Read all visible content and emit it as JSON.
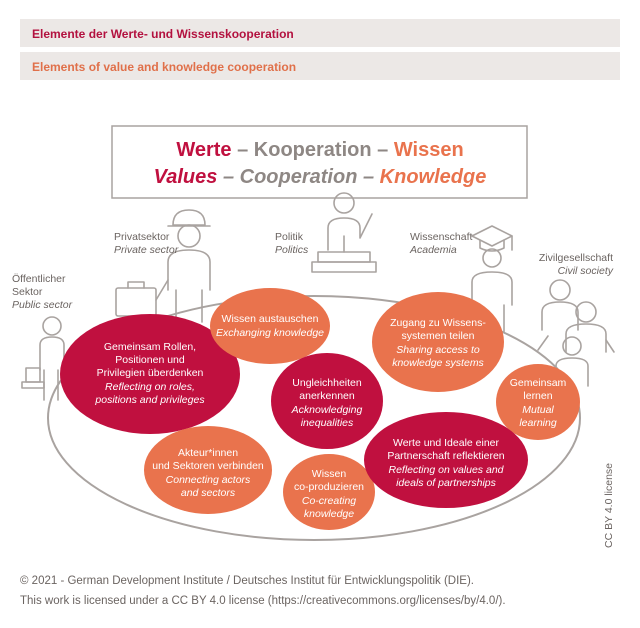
{
  "header": {
    "title_de": "Elemente der Werte- und Wissenskooperation",
    "title_en": "Elements of value and knowledge cooperation"
  },
  "title_box": {
    "de": {
      "werte": "Werte",
      "sep1": " – ",
      "kooperation": "Kooperation",
      "sep2": " – ",
      "wissen": "Wissen"
    },
    "en": {
      "values": "Values",
      "sep1": " – ",
      "cooperation": "Cooperation",
      "sep2": " – ",
      "knowledge": "Knowledge"
    }
  },
  "actors": {
    "public": {
      "de1": "Öffentlicher",
      "de2": "Sektor",
      "en": "Public sector"
    },
    "private": {
      "de": "Privatsektor",
      "en": "Private sector"
    },
    "politics": {
      "de": "Politik",
      "en": "Politics"
    },
    "academia": {
      "de": "Wissenschaft",
      "en": "Academia"
    },
    "civil": {
      "de": "Zivilgesellschaft",
      "en": "Civil society"
    }
  },
  "bubbles": {
    "roles": {
      "de": [
        "Gemeinsam Rollen,",
        "Positionen und",
        "Privilegien überdenken"
      ],
      "en": [
        "Reflecting on roles,",
        "positions and privileges"
      ]
    },
    "exchange": {
      "de": [
        "Wissen austauschen"
      ],
      "en": [
        "Exchanging knowledge"
      ]
    },
    "systems": {
      "de": [
        "Zugang zu Wissens-",
        "systemen teilen"
      ],
      "en": [
        "Sharing access to",
        "knowledge systems"
      ]
    },
    "inequalities": {
      "de": [
        "Ungleichheiten",
        "anerkennen"
      ],
      "en": [
        "Acknowledging",
        "inequalities"
      ]
    },
    "mutual": {
      "de": [
        "Gemeinsam",
        "lernen"
      ],
      "en": [
        "Mutual",
        "learning"
      ]
    },
    "connect": {
      "de": [
        "Akteur*innen",
        "und Sektoren verbinden"
      ],
      "en": [
        "Connecting actors",
        "and sectors"
      ]
    },
    "coproduce": {
      "de": [
        "Wissen",
        "co-produzieren"
      ],
      "en": [
        "Co-creating",
        "knowledge"
      ]
    },
    "ideals": {
      "de": [
        "Werte und Ideale einer",
        "Partnerschaft reflektieren"
      ],
      "en": [
        "Reflecting on values and",
        "ideals of partnerships"
      ]
    }
  },
  "license_side": "CC BY 4.0 license",
  "footer": {
    "line1": "© 2021 - German Development Institute / Deutsches Institut für Entwicklungspolitik (DIE).",
    "line2": "This work is licensed under a CC BY 4.0 license (https://creativecommons.org/licenses/by/4.0/)."
  },
  "colors": {
    "crimson": "#c0103f",
    "orange": "#e9734d",
    "grey": "#8e8784"
  }
}
